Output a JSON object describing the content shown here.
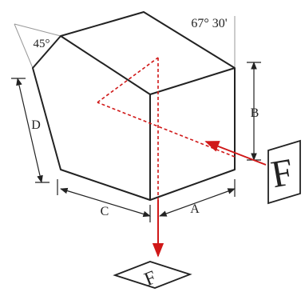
{
  "labels": {
    "angle_left": "45°",
    "angle_right": "67° 30'",
    "dim_A": "A",
    "dim_B": "B",
    "dim_C": "C",
    "dim_D": "D",
    "card_letter": "F",
    "image_letter": "F"
  },
  "colors": {
    "outline": "#222222",
    "construction": "#999999",
    "ray": "#d01818"
  },
  "icons": {
    "dimension_arrow": "arrowhead"
  }
}
